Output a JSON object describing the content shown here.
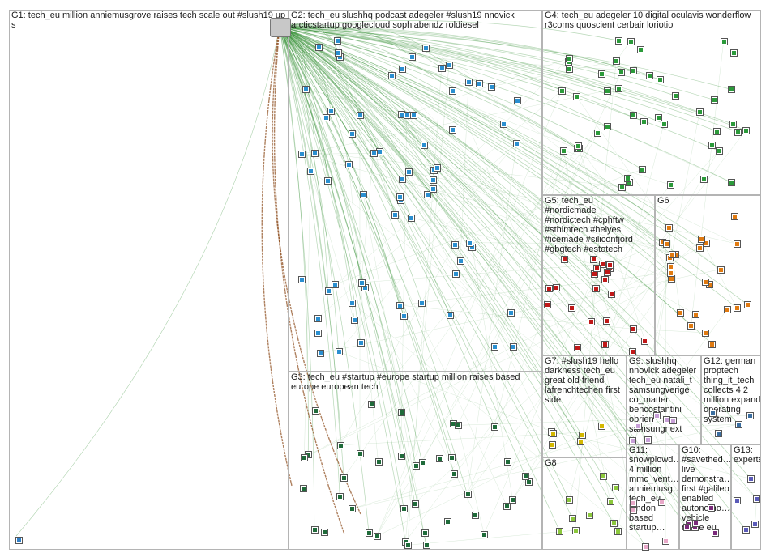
{
  "graph": {
    "groups": [
      {
        "id": "G1",
        "label": "G1: tech_eu million anniemusgrove raises tech scale out #slush19 up s",
        "color": "#2f7fc8",
        "text_color": "#2f7fc8"
      },
      {
        "id": "G2",
        "label": "G2: tech_eu slushhq podcast adegeler #slush19 nnovick arcticstartup googlecloud sophiabendz roldiesel",
        "color": "#2a8fd0"
      },
      {
        "id": "G3",
        "label": "G3: tech_eu #startup #europe startup million raises based europe european tech",
        "color": "#1f6b3a"
      },
      {
        "id": "G4",
        "label": "G4: tech_eu adegeler 10 digital oculavis wonderflow r3coms quoscient cerbair loriotio",
        "color": "#2b9a3a"
      },
      {
        "id": "G5",
        "label": "G5: tech_eu #nordicmade #nordictech #cphftw #sthlmtech #helyes #icemade #siliconfjord #gbgtech #estotech",
        "color": "#c01818"
      },
      {
        "id": "G6",
        "label": "G6",
        "color": "#e07a10"
      },
      {
        "id": "G7",
        "label": "G7: #slush19 hello darkness tech_eu great old friend lafrenchtechen first side",
        "color": "#d4b800"
      },
      {
        "id": "G8",
        "label": "G8",
        "color": "#8cc83c"
      },
      {
        "id": "G9",
        "label": "G9: slushhq nnovick adegeler tech_eu natali_t samsungverige co_matter bencostantini obrien samsungnext",
        "color": "#c8a0d8"
      },
      {
        "id": "G10",
        "label": "G10: #savethed… live demonstra… first #galileo enabled autonomo… vehicle made eu",
        "color": "#7a2a7a"
      },
      {
        "id": "G11",
        "label": "G11: snowplowd… 4 million mmc_vent… anniemusg… tech_eu london based startup…",
        "color": "#e8a8c8"
      },
      {
        "id": "G12",
        "label": "G12: german proptech thing_it_tech collects 4 2 million expand operating system",
        "color": "#3a6ea0"
      },
      {
        "id": "G13",
        "label": "G13: experts",
        "color": "#5a5ab8"
      }
    ],
    "edge_color": "#2e8b2e",
    "edge_color_alt": "#8b4a1a",
    "hub_label": "tech_eu"
  }
}
